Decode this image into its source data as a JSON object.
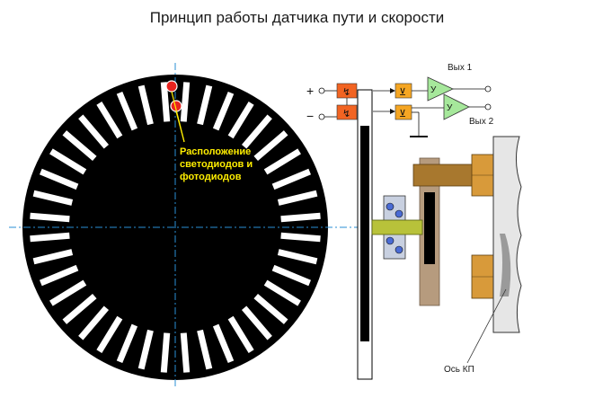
{
  "title": "Принцип работы датчика пути и скорости",
  "led_label": [
    "Расположение",
    "светодиодов и",
    "фотодиодов"
  ],
  "out1_label": "Вых 1",
  "out2_label": "Вых 2",
  "amp_label": "У",
  "plus_sign": "+",
  "minus_sign": "−",
  "axis_label": "Ось КП",
  "colors": {
    "disk": "#000000",
    "led": "#e8231f",
    "emitter_box": "#f26422",
    "detector_box": "#f5a623",
    "amplifier": "#a6e89b",
    "hub": "#c89a4a",
    "shaft": "#b8c23a",
    "gear": "#b69b7e",
    "guide_line": "#2a8fd6",
    "yellow_text": "#ffee00"
  }
}
